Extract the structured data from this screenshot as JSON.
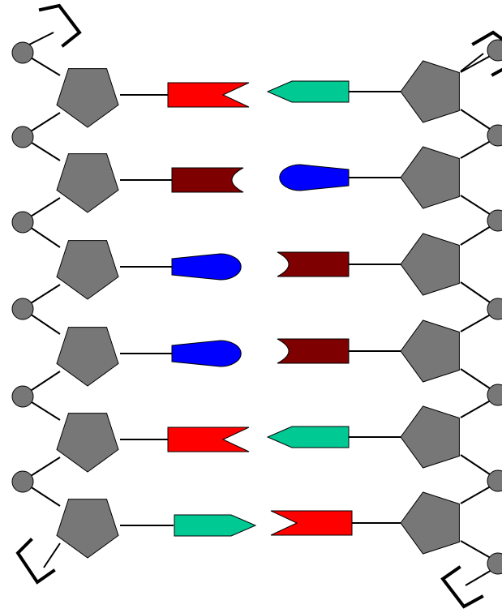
{
  "diagram": {
    "type": "dna-double-helix-schematic",
    "colors": {
      "sugar": "#777777",
      "phosphate": "#777777",
      "adenine": "#ff0000",
      "thymine": "#00c994",
      "guanine": "#0000ff",
      "cytosine": "#7f0000",
      "bond": "#000000",
      "background": "#ffffff"
    },
    "left_strand": [
      "adenine",
      "cytosine",
      "guanine",
      "guanine",
      "adenine",
      "thymine"
    ],
    "right_strand": [
      "thymine",
      "guanine",
      "cytosine",
      "cytosine",
      "thymine",
      "adenine"
    ],
    "icons": {
      "sugar": "pentagon-sugar-icon",
      "phosphate": "circle-phosphate-icon",
      "adenine": "notched-flag-adenine-icon",
      "thymine": "arrow-thymine-icon",
      "guanine": "teardrop-guanine-icon",
      "cytosine": "cupped-block-cytosine-icon",
      "strand_end": "bracket-end-icon"
    }
  }
}
